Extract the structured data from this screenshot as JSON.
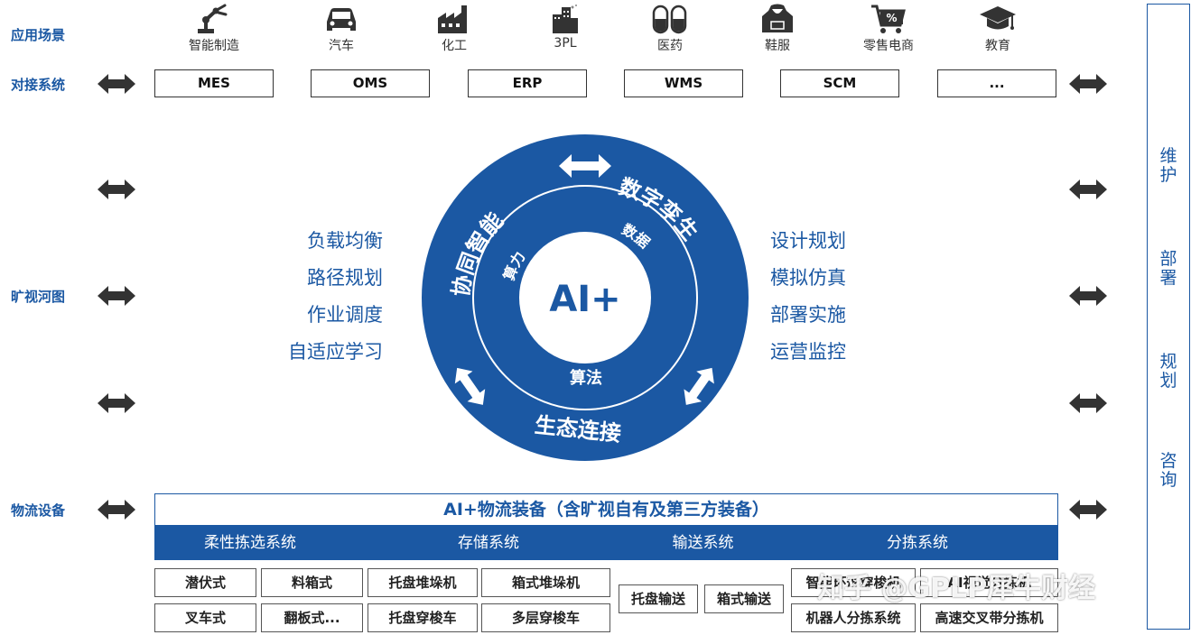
{
  "row_labels": {
    "scenarios": "应用场景",
    "systems": "对接系统",
    "core": "旷视河图",
    "equipment": "物流设备"
  },
  "scenarios": [
    {
      "label": "智能制造",
      "icon": "robot-arm-icon"
    },
    {
      "label": "汽车",
      "icon": "car-icon"
    },
    {
      "label": "化工",
      "icon": "factory-icon"
    },
    {
      "label": "3PL",
      "icon": "building-icon"
    },
    {
      "label": "医药",
      "icon": "pill-icon"
    },
    {
      "label": "鞋服",
      "icon": "hoodie-icon"
    },
    {
      "label": "零售电商",
      "icon": "shopping-cart-icon"
    },
    {
      "label": "教育",
      "icon": "graduation-cap-icon"
    }
  ],
  "systems": [
    "MES",
    "OMS",
    "ERP",
    "WMS",
    "SCM",
    "..."
  ],
  "circle": {
    "center": "AI+",
    "outer_top_left": "协同智能",
    "outer_top_right": "数字孪生",
    "outer_bottom": "生态连接",
    "inner_left": "算力",
    "inner_right": "数据",
    "inner_bottom": "算法",
    "ring_color": "#1b58a3"
  },
  "left_list": [
    "负载均衡",
    "路径规划",
    "作业调度",
    "自适应学习"
  ],
  "right_list": [
    "设计规划",
    "模拟仿真",
    "部署实施",
    "运营监控"
  ],
  "right_column": [
    "维护",
    "部署",
    "规划",
    "咨询"
  ],
  "equipment": {
    "title": "AI+物流装备（含旷视自有及第三方装备）",
    "categories": [
      "柔性拣选系统",
      "存储系统",
      "输送系统",
      "分拣系统"
    ],
    "flexible": [
      "潜伏式",
      "料箱式",
      "叉车式",
      "翻板式..."
    ],
    "storage": [
      "托盘堆垛机",
      "箱式堆垛机",
      "托盘穿梭车",
      "多层穿梭车"
    ],
    "conveying": [
      "托盘输送",
      "箱式输送"
    ],
    "sorting": [
      "智能环形穿梭机",
      "AI视觉分拣机",
      "机器人分拣系统",
      "高速交叉带分拣机"
    ]
  },
  "watermark": "知乎 @GPLP犀牛财经",
  "colors": {
    "brand_blue": "#1b58a3",
    "arrow": "#333333"
  }
}
